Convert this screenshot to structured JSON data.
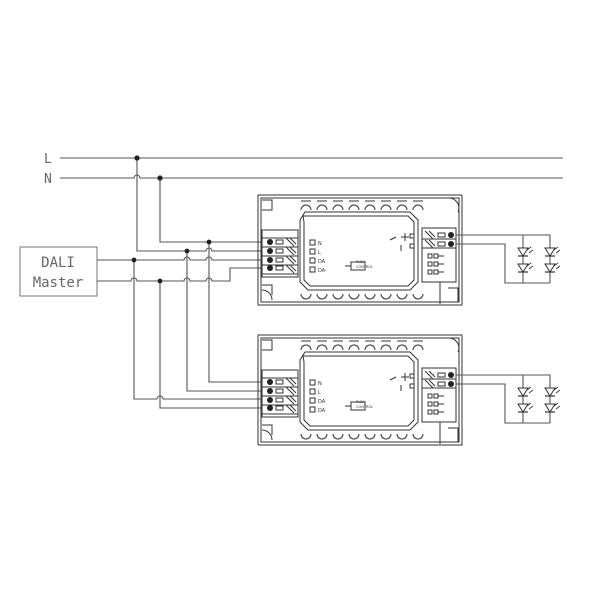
{
  "mains": {
    "line_label": "L",
    "neutral_label": "N"
  },
  "master": {
    "line1": "DALI",
    "line2": "Master"
  },
  "driver": {
    "terminals": [
      "N",
      "L",
      "DA",
      "DA"
    ],
    "push_label_1": "PUSH",
    "push_label_2": "CONTROL"
  },
  "drivers_count": 2,
  "colors": {
    "wire": "#555555",
    "device": "#333333"
  }
}
